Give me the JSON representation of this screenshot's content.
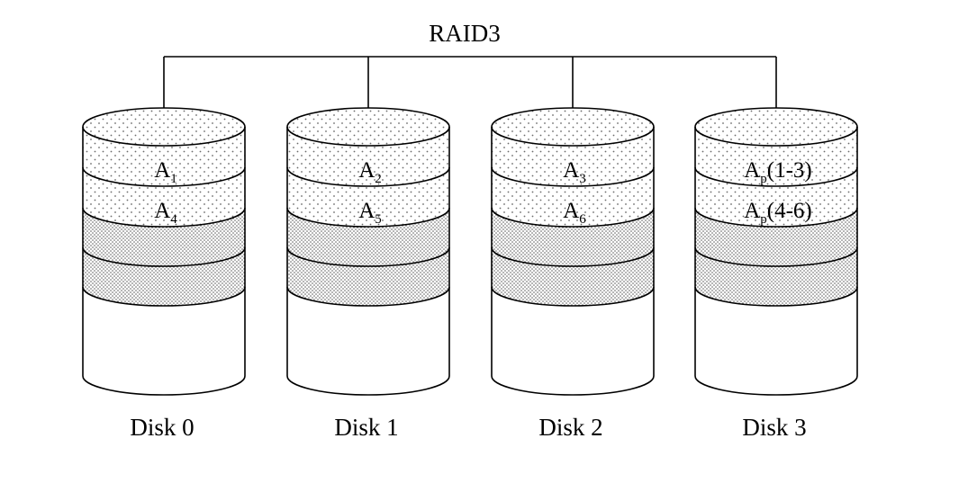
{
  "title": "RAID3",
  "disks": [
    {
      "label": "Disk 0",
      "blocks": [
        {
          "main": "A",
          "sub": "1",
          "suffix": ""
        },
        {
          "main": "A",
          "sub": "4",
          "suffix": ""
        }
      ]
    },
    {
      "label": "Disk 1",
      "blocks": [
        {
          "main": "A",
          "sub": "2",
          "suffix": ""
        },
        {
          "main": "A",
          "sub": "5",
          "suffix": ""
        }
      ]
    },
    {
      "label": "Disk 2",
      "blocks": [
        {
          "main": "A",
          "sub": "3",
          "suffix": ""
        },
        {
          "main": "A",
          "sub": "6",
          "suffix": ""
        }
      ]
    },
    {
      "label": "Disk 3",
      "blocks": [
        {
          "main": "A",
          "sub": "p",
          "suffix": "(1-3)"
        },
        {
          "main": "A",
          "sub": "p",
          "suffix": "(4-6)"
        }
      ]
    }
  ],
  "colors": {
    "stroke": "#000000",
    "background": "#ffffff",
    "dot": "#6b6b6b"
  }
}
